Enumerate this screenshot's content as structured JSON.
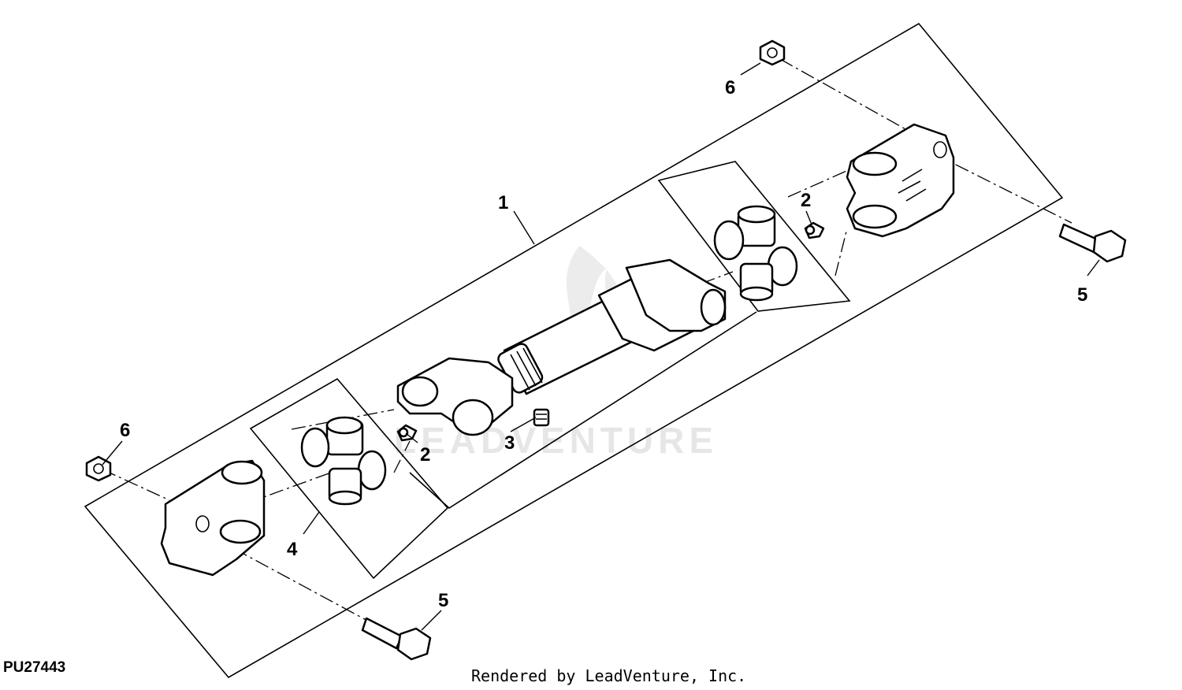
{
  "figure_id": "PU27443",
  "credit": "Rendered by LeadVenture, Inc.",
  "watermark": "LEADVENTURE",
  "callouts": {
    "c1": "1",
    "c2_right": "2",
    "c2_left": "2",
    "c3": "3",
    "c4": "4",
    "c5_right": "5",
    "c5_left": "5",
    "c6_right": "6",
    "c6_left": "6"
  }
}
